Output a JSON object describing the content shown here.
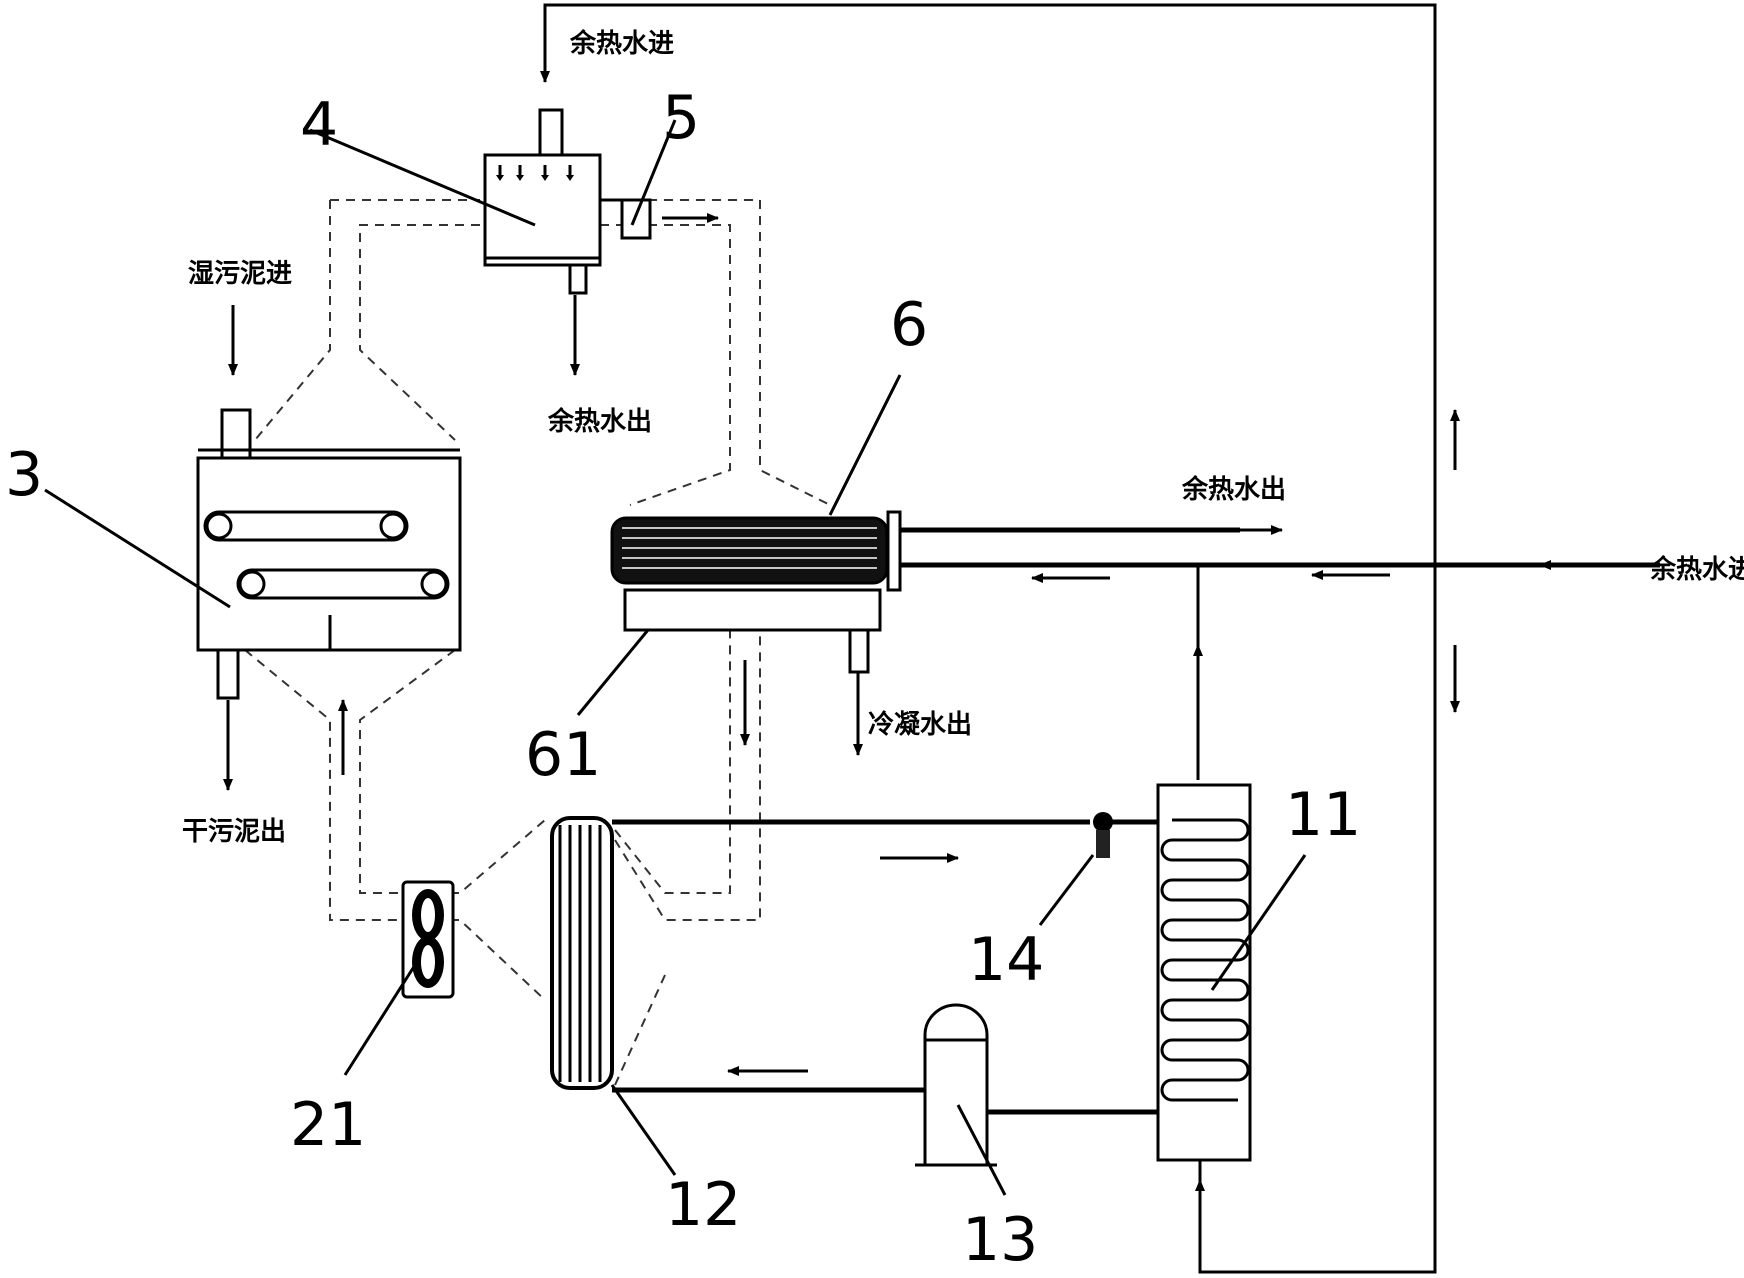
{
  "labels": {
    "wet_sludge_in": "湿污泥进",
    "dry_sludge_out": "干污泥出",
    "waste_heat_water_in_top": "余热水进",
    "waste_heat_water_out_4": "余热水出",
    "waste_heat_water_out_6": "余热水出",
    "waste_heat_water_in_right": "余热水进",
    "condensate_out": "冷凝水出"
  },
  "components": {
    "c3": "3",
    "c4": "4",
    "c5": "5",
    "c6": "6",
    "c61": "61",
    "c11": "11",
    "c12": "12",
    "c13": "13",
    "c14": "14",
    "c21": "21"
  }
}
